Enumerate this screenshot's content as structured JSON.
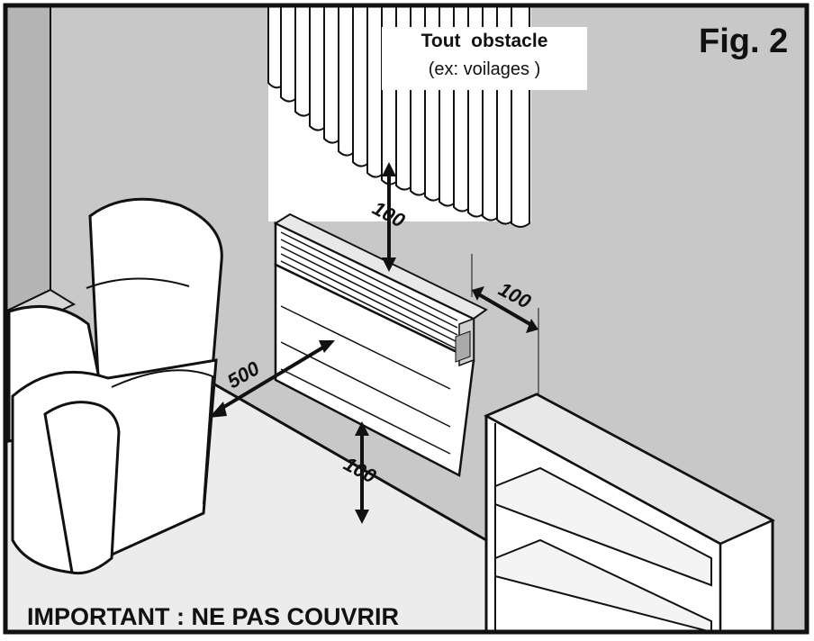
{
  "figure_label": "Fig. 2",
  "obstacle": {
    "title": "Tout  obstacle",
    "subtitle": "(ex: voilages )"
  },
  "distances": {
    "top": "100",
    "side": "100",
    "front": "500",
    "bottom": "100"
  },
  "warning": "IMPORTANT : NE PAS COUVRIR",
  "colors": {
    "wall": "#c8c8c8",
    "floor": "#ececec",
    "line": "#111111",
    "furniture": "#ffffff"
  }
}
